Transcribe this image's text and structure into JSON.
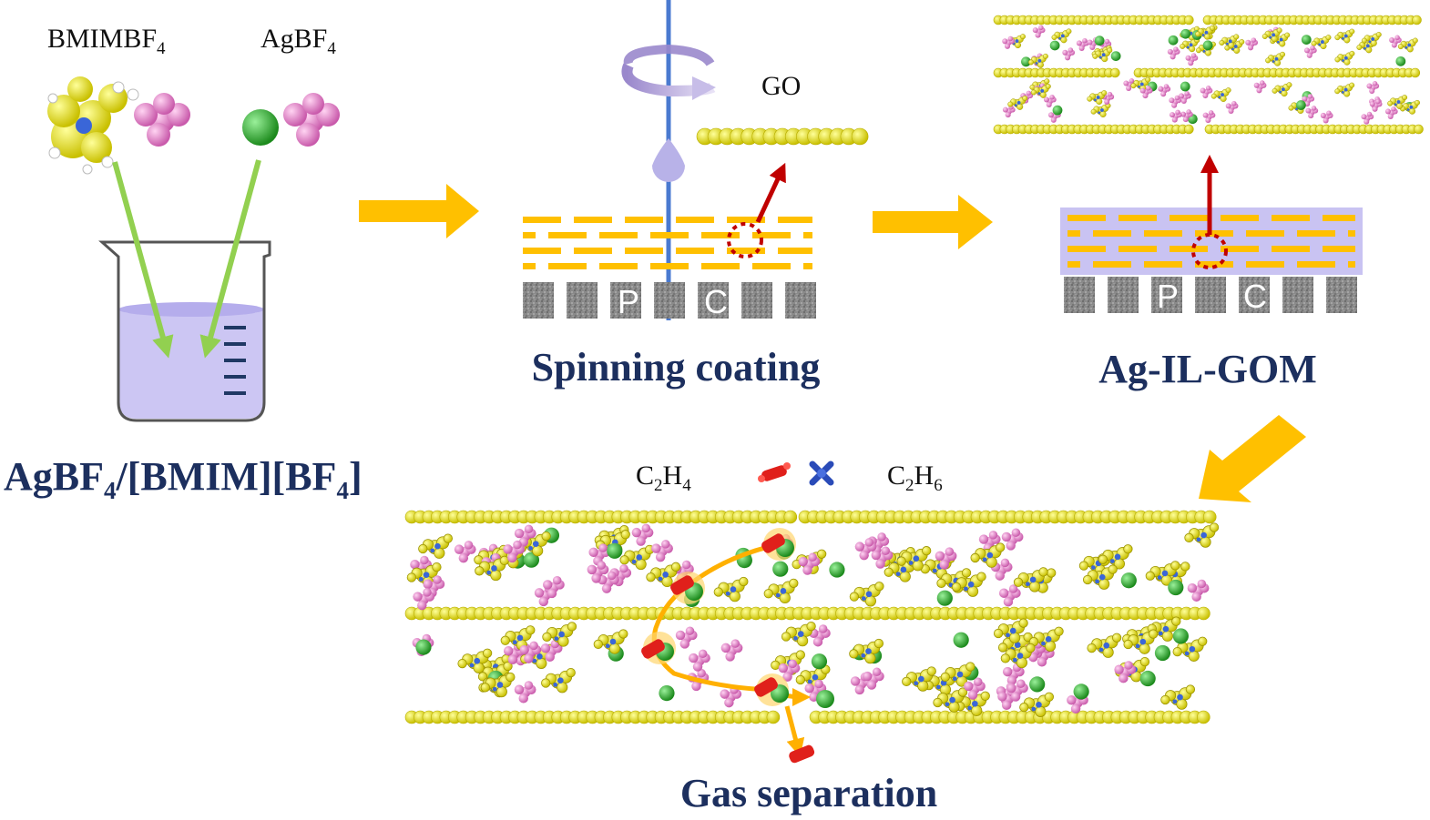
{
  "molecules": {
    "ionic_liquid": {
      "label_main": "BMIMBF",
      "label_sub": "4"
    },
    "silver_salt": {
      "label_main": "AgBF",
      "label_sub": "4"
    }
  },
  "beaker_caption": {
    "part1": "AgBF",
    "sub1": "4",
    "part2": "/[BMIM][BF",
    "sub2": "4",
    "part3": "]"
  },
  "spin_coating": {
    "go_label": "GO",
    "support_letters": [
      "P",
      "C"
    ],
    "caption": "Spinning coating"
  },
  "membrane": {
    "support_letters": [
      "P",
      "C"
    ],
    "caption": "Ag-IL-GOM"
  },
  "gas_separation": {
    "ethylene": {
      "main": "C",
      "sub1": "2",
      "mid": "H",
      "sub2": "4"
    },
    "ethane": {
      "main": "C",
      "sub1": "2",
      "mid": "H",
      "sub2": "6"
    },
    "caption": "Gas separation"
  },
  "colors": {
    "navy_text": "#1c2f5e",
    "flow_arrow": "#ffc000",
    "green_arrow": "#92d050",
    "go_yellow": "#f5e600",
    "ag_green": "#2ca82c",
    "bf4_pink": "#e88ad0",
    "ethylene_red": "#e0201b",
    "ethane_blue": "#2a4bb8",
    "substrate_gray": "#888888",
    "rotation_axis_blue": "#4a7ad0"
  }
}
